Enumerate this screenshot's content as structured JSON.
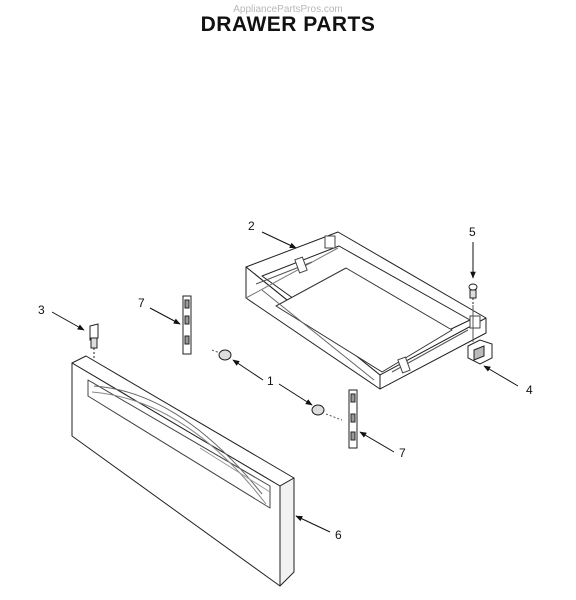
{
  "watermark": "AppliancePartsPros.com",
  "title": "DRAWER PARTS",
  "callouts": {
    "c1": "1",
    "c2": "2",
    "c3": "3",
    "c4": "4",
    "c5": "5",
    "c6": "6",
    "c7a": "7",
    "c7b": "7"
  }
}
